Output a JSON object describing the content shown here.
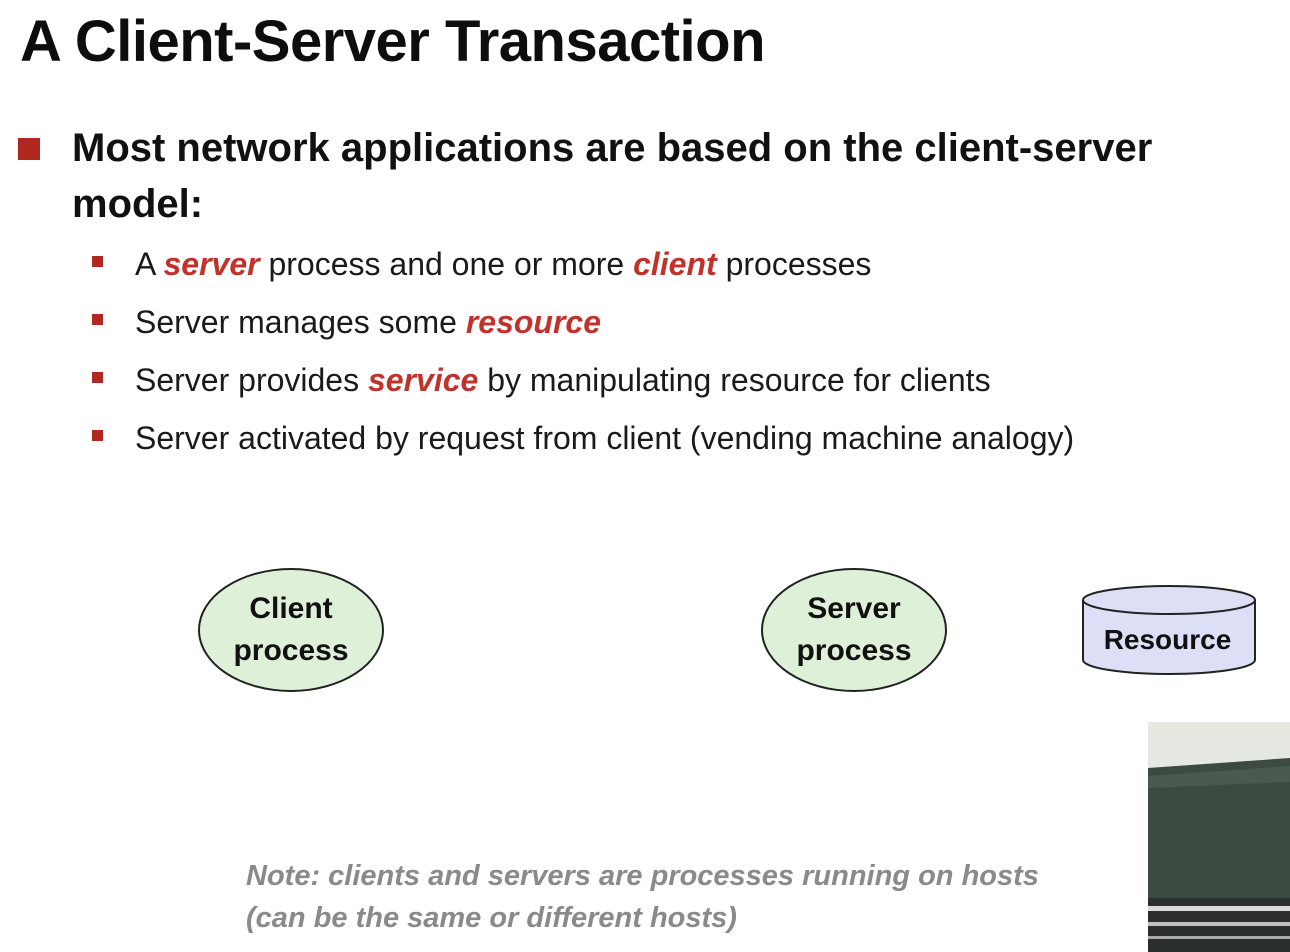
{
  "slide": {
    "title": "A Client-Server Transaction",
    "main_bullet": "Most network applications are based on the client-server model:",
    "sub_bullets": [
      {
        "pre": "A ",
        "em1": "server",
        "mid": " process and one or more ",
        "em2": "client",
        "post": " processes"
      },
      {
        "pre": "Server manages some ",
        "em1": "resource"
      },
      {
        "pre": "Server provides ",
        "em1": "service",
        "mid": " by manipulating resource for clients"
      },
      {
        "pre": "Server activated by request from client (vending machine analogy)"
      }
    ]
  },
  "diagram": {
    "client": {
      "line1": "Client",
      "line2": "process"
    },
    "server": {
      "line1": "Server",
      "line2": "process"
    },
    "resource": {
      "label": "Resource"
    }
  },
  "note": {
    "line1": "Note: clients and servers are processes running on hosts",
    "line2": "(can be the same or different hosts)"
  },
  "colors": {
    "accent": "#b0281f",
    "emphasis": "#c0332a",
    "process_fill": "#dff0d8",
    "resource_fill": "#dcdff5",
    "note_text": "#8a8a8a"
  }
}
